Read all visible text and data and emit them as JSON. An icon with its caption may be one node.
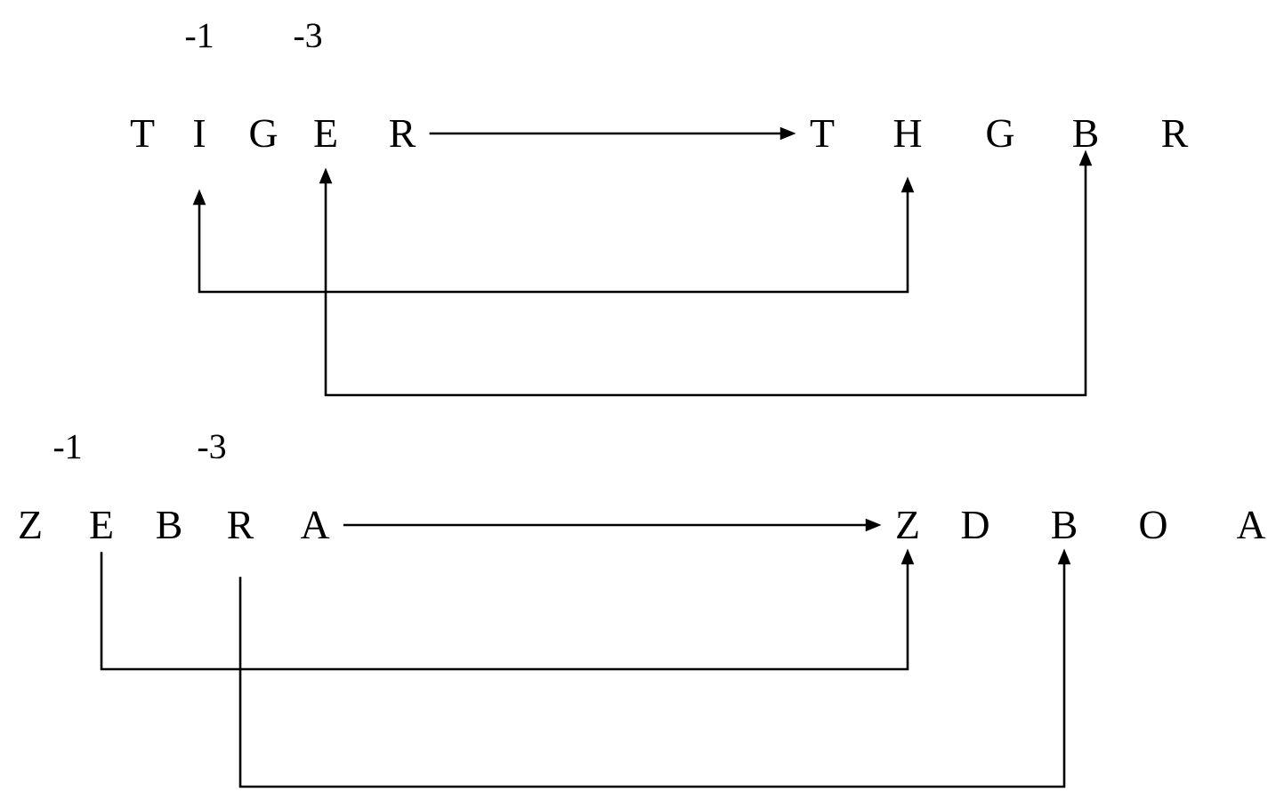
{
  "diagram": {
    "nodes": [
      {
        "text": [
          "T"
        ]
      },
      {
        "text": [
          "I"
        ],
        "beside": [
          "-1"
        ]
      },
      {
        "text": [
          "G"
        ]
      },
      {
        "text": [
          "E"
        ],
        "beside": [
          "-3"
        ]
      },
      {
        "text": [
          "R"
        ]
      },
      {
        "text": [
          "T"
        ]
      },
      {
        "text": [
          "H"
        ]
      },
      {
        "text": [
          "G"
        ]
      },
      {
        "text": [
          "B"
        ]
      },
      {
        "text": [
          "R"
        ]
      },
      {
        "text": [
          "Z"
        ]
      },
      {
        "text": [
          "E"
        ],
        "beside": [
          "-1"
        ]
      },
      {
        "text": [
          "B"
        ]
      },
      {
        "text": [
          "R"
        ],
        "beside": [
          "-3"
        ]
      },
      {
        "text": [
          "A"
        ]
      },
      {
        "text": [
          "Z"
        ]
      },
      {
        "text": [
          "D"
        ]
      },
      {
        "text": [
          "B"
        ]
      },
      {
        "text": [
          "O"
        ]
      },
      {
        "text": [
          "A"
        ]
      }
    ],
    "edges": [
      {
        "from": 4,
        "to": 5,
        "arrow": "to"
      },
      {
        "from": 1,
        "to": 6,
        "arrow": "both"
      },
      {
        "from": 3,
        "to": 8,
        "arrow": "both"
      },
      {
        "from": 14,
        "to": 15,
        "arrow": "to"
      },
      {
        "from": 11,
        "to": 15,
        "arrow": "to"
      },
      {
        "from": 13,
        "to": 17,
        "arrow": "to"
      }
    ]
  }
}
